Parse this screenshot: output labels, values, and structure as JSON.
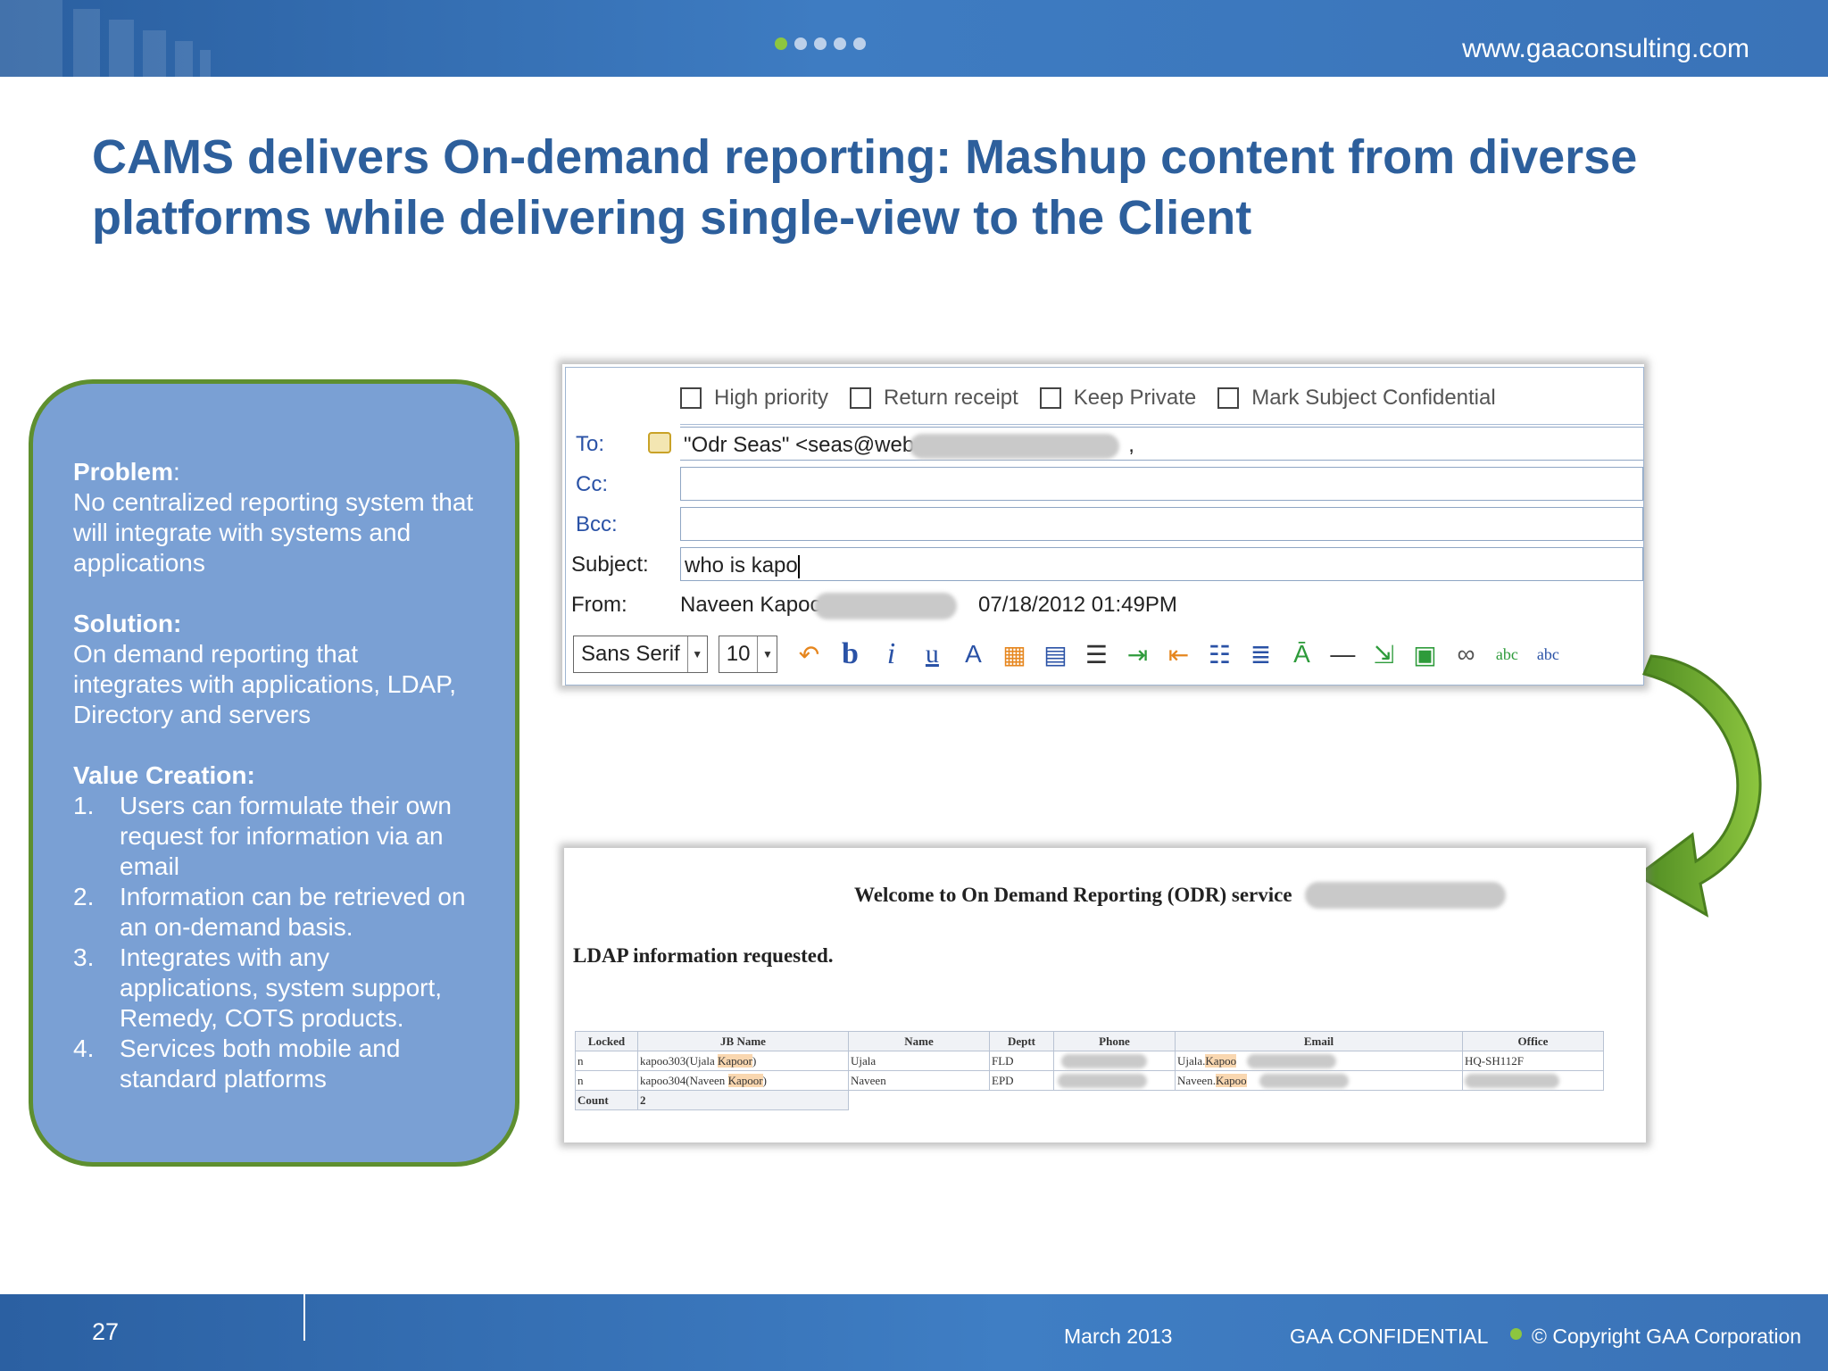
{
  "header": {
    "url": "www.gaaconsulting.com",
    "dots": [
      true,
      false,
      false,
      false,
      false
    ],
    "accent": "#8dc63f"
  },
  "title": "CAMS delivers On-demand reporting: Mashup content from diverse platforms while delivering single-view to the Client",
  "infobox": {
    "problem_label": "Problem",
    "problem_text": "No centralized reporting system that will integrate with systems and applications",
    "solution_label": "Solution:",
    "solution_text": "On demand reporting that integrates with applications, LDAP, Directory and servers",
    "value_label": "Value Creation:",
    "items": [
      {
        "num": "1.",
        "text": "Users can formulate their own request for information via an email"
      },
      {
        "num": "2.",
        "text": "Information can be retrieved on an on-demand basis."
      },
      {
        "num": "3.",
        "text": "Integrates with any applications, system support, Remedy, COTS products."
      },
      {
        "num": "4.",
        "text": "Services both mobile and standard platforms"
      }
    ]
  },
  "email": {
    "options": [
      "High priority",
      "Return receipt",
      "Keep Private",
      "Mark Subject Confidential"
    ],
    "to_label": "To:",
    "to_value": "\"Odr Seas\" <seas@web",
    "to_suffix": ",",
    "cc_label": "Cc:",
    "bcc_label": "Bcc:",
    "subject_label": "Subject:",
    "subject_value": "who is kapo",
    "from_label": "From:",
    "from_value": "Naveen Kapoo",
    "from_date": "07/18/2012 01:49PM",
    "font_name": "Sans Serif",
    "font_size": "10",
    "tool_icons": [
      "undo-icon",
      "bold-icon",
      "italic-icon",
      "underline-icon",
      "text-color-icon",
      "insert-table-icon",
      "table-icon",
      "align-icon",
      "indent-icon",
      "outdent-icon",
      "bullet-list-icon",
      "numbered-list-icon",
      "font-size-icon",
      "horizontal-rule-icon",
      "insert-icon",
      "image-icon",
      "link-icon",
      "spellcheck-icon",
      "spellcheck-options-icon"
    ]
  },
  "result": {
    "welcome": "Welcome to On Demand Reporting (ODR) service",
    "ldap_heading": "LDAP information requested.",
    "columns": [
      "Locked",
      "JB Name",
      "Name",
      "Deptt",
      "Phone",
      "Email",
      "Office"
    ],
    "rows": [
      {
        "locked": "n",
        "jbname_a": "kapoo303(Ujala ",
        "jbname_hl": "Kapoor",
        "jbname_b": ")",
        "name": "Ujala",
        "dept": "FLD",
        "email": "Ujala.",
        "email_hl": "Kapoo",
        "office": "HQ-SH112F"
      },
      {
        "locked": "n",
        "jbname_a": "kapoo304(Naveen ",
        "jbname_hl": "Kapoor",
        "jbname_b": ")",
        "name": "Naveen",
        "dept": "EPD",
        "email": "Naveen.",
        "email_hl": "Kapoo",
        "office": ""
      }
    ],
    "count_label": "Count",
    "count_value": "2"
  },
  "footer": {
    "page_number": "27",
    "date": "March 2013",
    "confidential": "GAA CONFIDENTIAL",
    "copyright": "© Copyright GAA Corporation"
  }
}
